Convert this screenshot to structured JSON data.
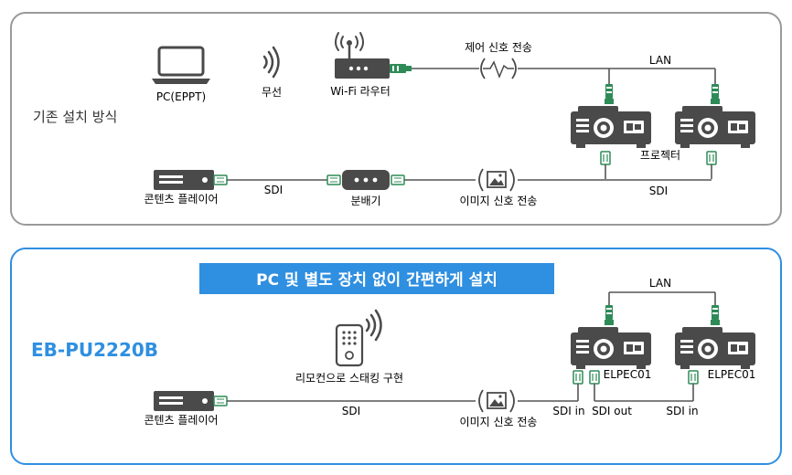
{
  "colors": {
    "top_border": "#9a9a9a",
    "bottom_border": "#2f8fe0",
    "banner_bg": "#2f8fe0",
    "banner_text": "#ffffff",
    "model_text": "#2f8fe0",
    "device": "#4a4a4a",
    "cable": "#555555",
    "connector_green": "#2e8b57"
  },
  "top_panel": {
    "title": "기존 설치 방식",
    "pc_label": "PC(EPPT)",
    "wireless_label": "무선",
    "router_label": "Wi-Fi 라우터",
    "control_signal_label": "제어 신호 전송",
    "lan_label": "LAN",
    "projector_label": "프로젝터",
    "media_player_label": "콘텐츠 플레이어",
    "sdi_label_left": "SDI",
    "splitter_label": "분배기",
    "image_signal_label": "이미지 신호 전송",
    "sdi_label_right": "SDI"
  },
  "bottom_panel": {
    "banner": "PC 및 별도 장치 없이 간편하게 설치",
    "model": "EB-PU2220B",
    "remote_label": "리모컨으로 스태킹 구현",
    "lan_label": "LAN",
    "elpec_left": "ELPEC01",
    "elpec_right": "ELPEC01",
    "media_player_label": "콘텐츠 플레이어",
    "sdi_label": "SDI",
    "image_signal_label": "이미지 신호 전송",
    "sdi_in_left": "SDI in",
    "sdi_out": "SDI out",
    "sdi_in_right": "SDI in"
  },
  "icons": [
    "laptop-icon",
    "wireless-icon",
    "router-icon",
    "signal-wave-icon",
    "projector-icon",
    "media-player-icon",
    "splitter-icon",
    "image-icon",
    "remote-icon",
    "ethernet-plug-icon",
    "sdi-plug-icon"
  ]
}
